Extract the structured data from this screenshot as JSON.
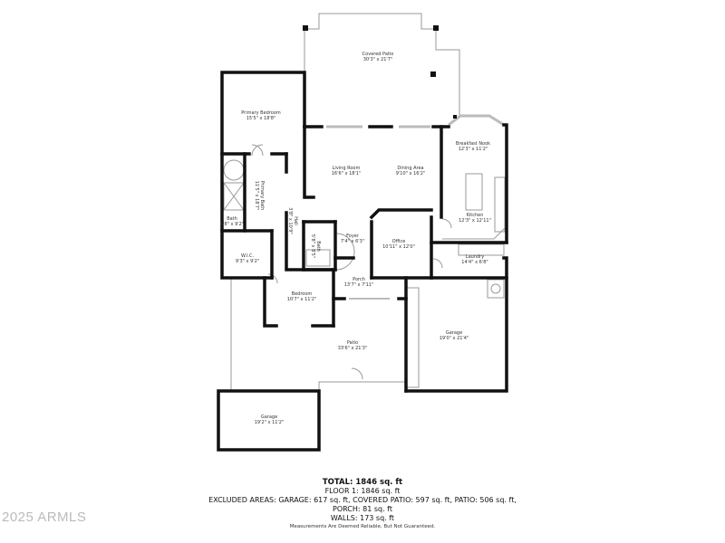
{
  "rooms": [
    {
      "name": "Covered Patio",
      "dims": "30'3\" x 21'7\""
    },
    {
      "name": "Primary Bedroom",
      "dims": "15'5\" x 18'8\""
    },
    {
      "name": "Primary Bath",
      "dims": "11'5\" x 18'7\""
    },
    {
      "name": "Hall",
      "dims": "3'8\" x 10'9\""
    },
    {
      "name": "Living Room",
      "dims": "16'6\" x 18'1\""
    },
    {
      "name": "Dining Area",
      "dims": "9'10\" x 16'2\""
    },
    {
      "name": "Breakfast Nook",
      "dims": "12'3\" x 11'2\""
    },
    {
      "name": "Kitchen",
      "dims": "12'3\" x 12'11\""
    },
    {
      "name": "Bath",
      "dims": "5'8\" x 9'2\""
    },
    {
      "name": "W.I.C.",
      "dims": "9'3\" x 9'2\""
    },
    {
      "name": "Bath",
      "dims": "5'8\" x 8'5\""
    },
    {
      "name": "Foyer",
      "dims": "7'4\" x 6'3\""
    },
    {
      "name": "Office",
      "dims": "10'11\" x 12'0\""
    },
    {
      "name": "Laundry",
      "dims": "14'4\" x 6'8\""
    },
    {
      "name": "Porch",
      "dims": "13'7\" x 7'11\""
    },
    {
      "name": "Bedroom",
      "dims": "10'7\" x 11'2\""
    },
    {
      "name": "Patio",
      "dims": "33'6\" x 21'3\""
    },
    {
      "name": "Garage",
      "dims": "19'0\" x 21'4\""
    },
    {
      "name": "Garage",
      "dims": "19'2\" x 11'2\""
    }
  ],
  "summary": {
    "total": "TOTAL: 1846 sq. ft",
    "floor1": "FLOOR 1: 1846 sq. ft",
    "excluded": "EXCLUDED AREAS: GARAGE: 617 sq. ft, COVERED PATIO: 597 sq. ft, PATIO: 506 sq. ft,",
    "porch": "PORCH: 81 sq. ft",
    "walls": "WALLS: 173 sq. ft"
  },
  "disclaimer": "Measurements Are Deemed Reliable, But Not Guaranteed.",
  "watermark": "2025 ARMLS"
}
